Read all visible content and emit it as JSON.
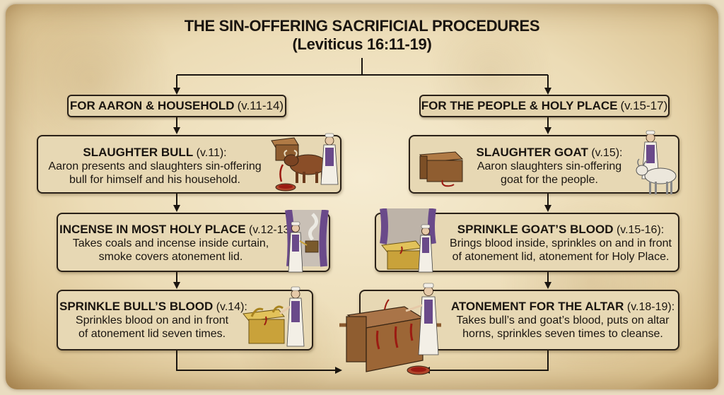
{
  "title": {
    "main": "THE SIN-OFFERING SACRIFICIAL PROCEDURES",
    "reference": "(Leviticus 16:11-19)"
  },
  "left_branch": {
    "header": {
      "label": "FOR AARON & HOUSEHOLD",
      "ref": "(v.11-14)"
    },
    "steps": [
      {
        "title": "SLAUGHTER BULL",
        "ref": "(v.11):",
        "lines": [
          "Aaron presents and slaughters sin-offering",
          "bull for himself and his household."
        ]
      },
      {
        "title": "INCENSE IN MOST HOLY PLACE",
        "ref": "(v.12-13):",
        "lines": [
          "Takes coals and incense inside curtain,",
          "smoke covers atonement lid."
        ]
      },
      {
        "title": "SPRINKLE BULL’S BLOOD",
        "ref": "(v.14):",
        "lines": [
          "Sprinkles blood on and in front",
          "of atonement lid seven times."
        ]
      }
    ]
  },
  "right_branch": {
    "header": {
      "label": "FOR THE PEOPLE & HOLY PLACE",
      "ref": "(v.15-17)"
    },
    "steps": [
      {
        "title": "SLAUGHTER GOAT",
        "ref": "(v.15):",
        "lines": [
          "Aaron slaughters sin-offering",
          "goat for the people."
        ]
      },
      {
        "title": "SPRINKLE GOAT’S BLOOD",
        "ref": "(v.15-16):",
        "lines": [
          "Brings blood inside, sprinkles on and in front",
          "of atonement lid, atonement for Holy Place."
        ]
      },
      {
        "title": "ATONEMENT FOR THE ALTAR",
        "ref": "(v.18-19):",
        "lines": [
          "Takes bull’s and goat’s blood, puts on altar",
          "horns, sprinkles seven times to cleanse."
        ]
      }
    ]
  },
  "illustrations": {
    "bull_scene": "priest-with-bull-icon",
    "incense_scene": "priest-with-censer-icon",
    "ark_bull_blood": "ark-of-covenant-icon",
    "goat_scene": "priest-with-goat-icon",
    "ark_goat_blood": "ark-of-covenant-icon",
    "altar_scene": "bronze-altar-icon"
  },
  "colors": {
    "parchment": "#ecdcb6",
    "box_fill": "#e7d8b4",
    "outline": "#2a2118",
    "gold": "#c9a23a",
    "wood": "#9a6a3a",
    "blood": "#9b1b12",
    "purple": "#6a4a8a"
  }
}
